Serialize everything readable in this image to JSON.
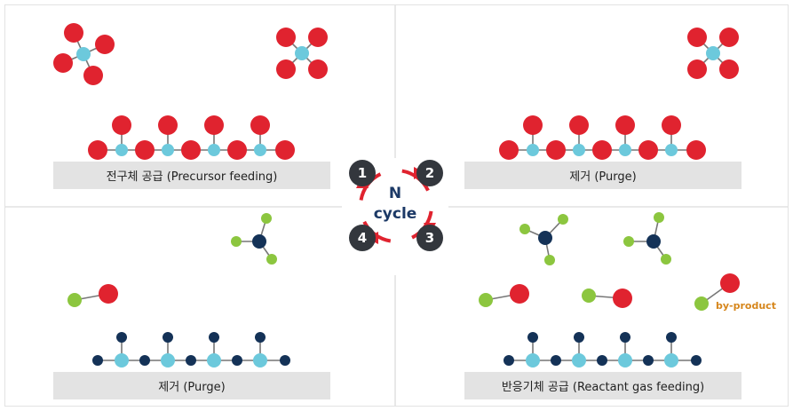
{
  "panels": [
    {
      "label": "전구체 공급 (Precursor feeding)"
    },
    {
      "label": "제거 (Purge)"
    },
    {
      "label": "제거 (Purge)"
    },
    {
      "label": "반응기체 공급 (Reactant gas feeding)"
    }
  ],
  "cycle": {
    "n": "N",
    "word": "cycle",
    "steps": [
      "1",
      "2",
      "3",
      "4"
    ]
  },
  "byproduct_label": "by-product",
  "colors": {
    "precursor_ligand": "#e0232f",
    "precursor_metal": "#6cc9dc",
    "reactant_center": "#143257",
    "reactant_ligand": "#8cc63f",
    "substrate": "#e3e3e3",
    "cycle_arrow": "#e0232f",
    "step_badge": "#33373d",
    "byproduct_text": "#d6861c"
  },
  "icons": {
    "cycle": "circular-arrows-icon"
  }
}
